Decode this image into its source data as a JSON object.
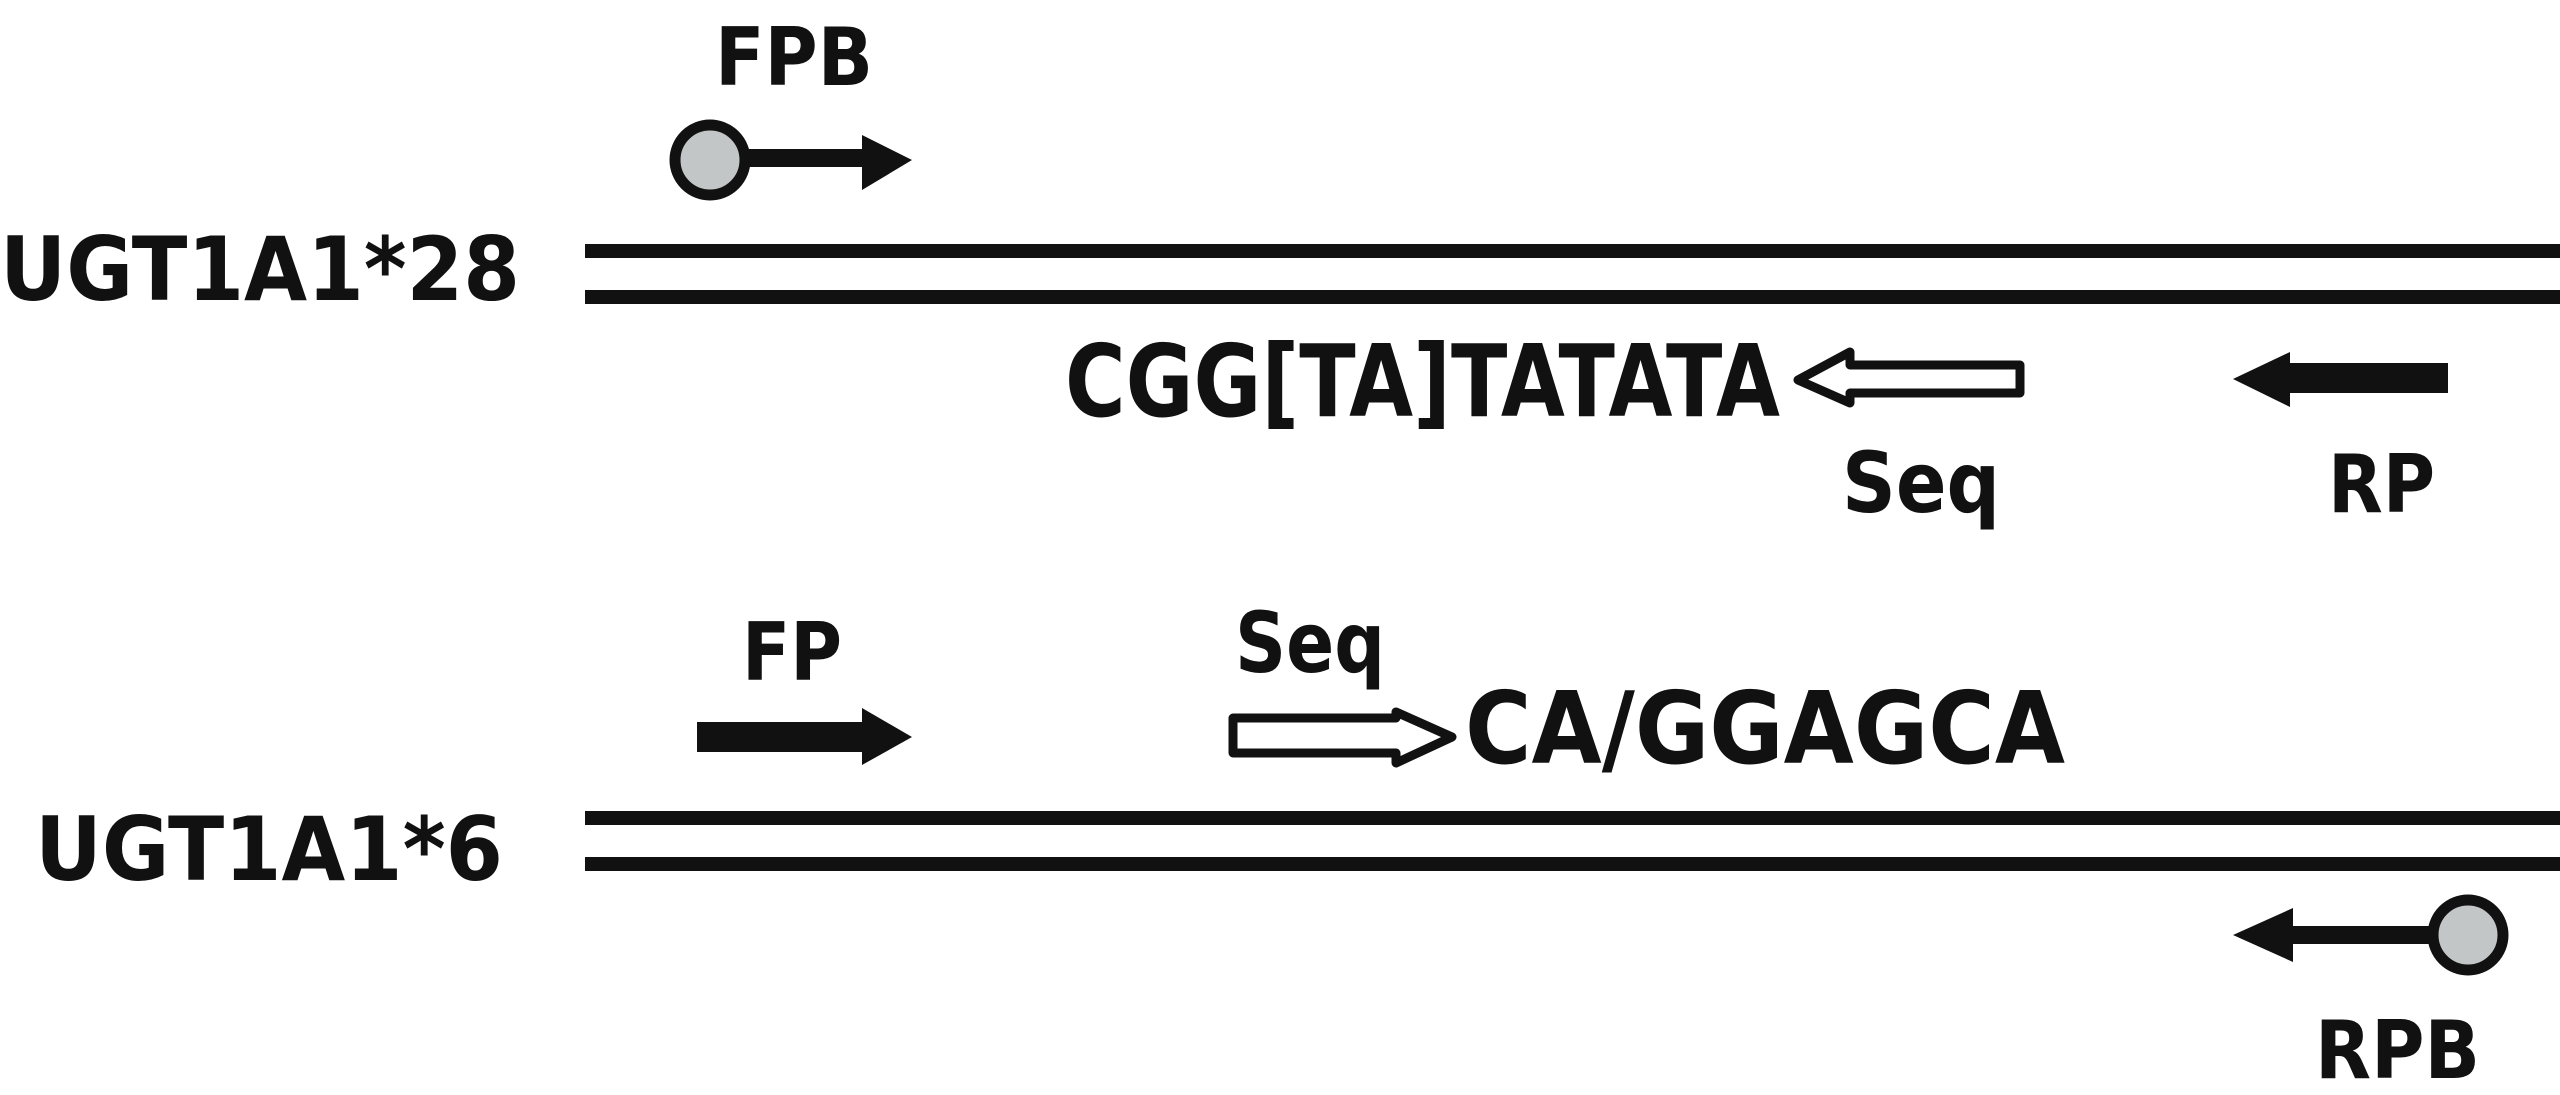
{
  "panels": [
    {
      "gene_label": "UGT1A1*28",
      "forward_primer_label": "FPB",
      "forward_primer_biotinylated": true,
      "reverse_primer_label": "RP",
      "reverse_primer_biotinylated": false,
      "sequencing_primer_label": "Seq",
      "sequencing_primer_direction": "reverse",
      "sequence": "CGG[TA]TATATA"
    },
    {
      "gene_label": "UGT1A1*6",
      "forward_primer_label": "FP",
      "forward_primer_biotinylated": false,
      "reverse_primer_label": "RPB",
      "reverse_primer_biotinylated": true,
      "sequencing_primer_label": "Seq",
      "sequencing_primer_direction": "forward",
      "sequence": "CA/GGAGCA"
    }
  ],
  "colors": {
    "ink": "#111111",
    "biotin_fill": "#c3c6c7",
    "background": "#ffffff"
  }
}
